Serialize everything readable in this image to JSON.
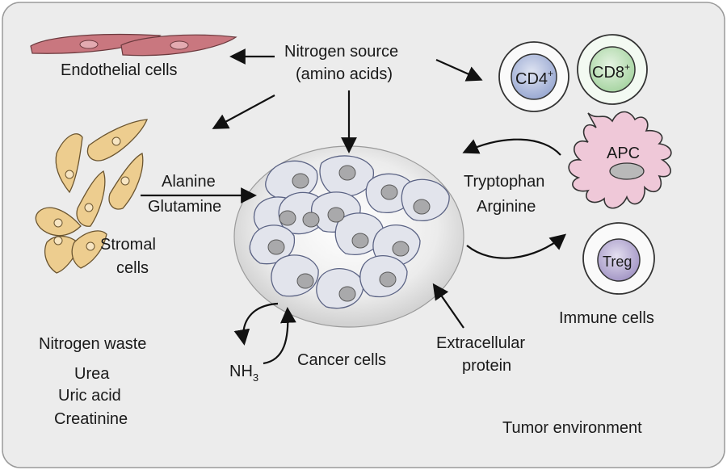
{
  "labels": {
    "endothelial": "Endothelial  cells",
    "nitrogen_source_1": "Nitrogen source",
    "nitrogen_source_2": "(amino acids)",
    "cd4": "CD4",
    "cd8": "CD8",
    "plus": "+",
    "apc": "APC",
    "treg": "Treg",
    "alanine": "Alanine",
    "glutamine": "Glutamine",
    "stromal_1": "Stromal",
    "stromal_2": "cells",
    "tryptophan": "Tryptophan",
    "arginine": "Arginine",
    "immune_cells": "Immune cells",
    "nitrogen_waste": "Nitrogen waste",
    "urea": "Urea",
    "uric_acid": "Uric acid",
    "creatinine": "Creatinine",
    "nh": "NH",
    "nh_sub": "3",
    "cancer_cells": "Cancer cells",
    "extracellular_1": "Extracellular",
    "extracellular_2": "protein",
    "tumor_env": "Tumor environment"
  },
  "colors": {
    "background_panel": "#ececec",
    "endothelial_fill": "#c9777f",
    "stromal_fill": "#edcd8f",
    "cd4_fill": "#aab7d9",
    "cd8_fill": "#b7dcb4",
    "apc_fill": "#efc8d8",
    "treg_fill": "#b1a4cc",
    "cancer_cell_fill": "#e2e4ec"
  }
}
